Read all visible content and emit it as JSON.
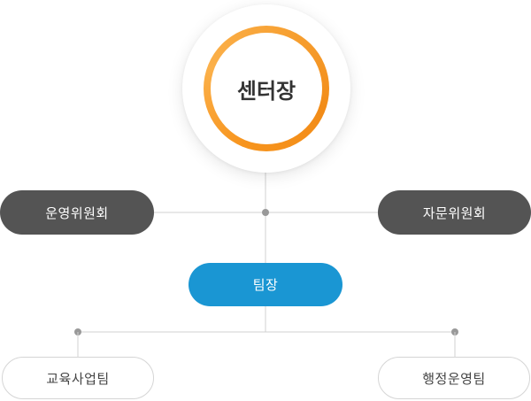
{
  "org_chart": {
    "center": {
      "label": "센터장"
    },
    "committees": [
      {
        "label": "운영위원회"
      },
      {
        "label": "자문위원회"
      }
    ],
    "team_leader": {
      "label": "팀장"
    },
    "teams": [
      {
        "label": "교육사업팀"
      },
      {
        "label": "행정운영팀"
      }
    ]
  },
  "colors": {
    "ring_orange": "#f7941d",
    "committee_dark": "#545454",
    "team_leader_blue": "#1a96d3",
    "connector_gray": "#d0d0d0",
    "junction_dot": "#999999"
  }
}
